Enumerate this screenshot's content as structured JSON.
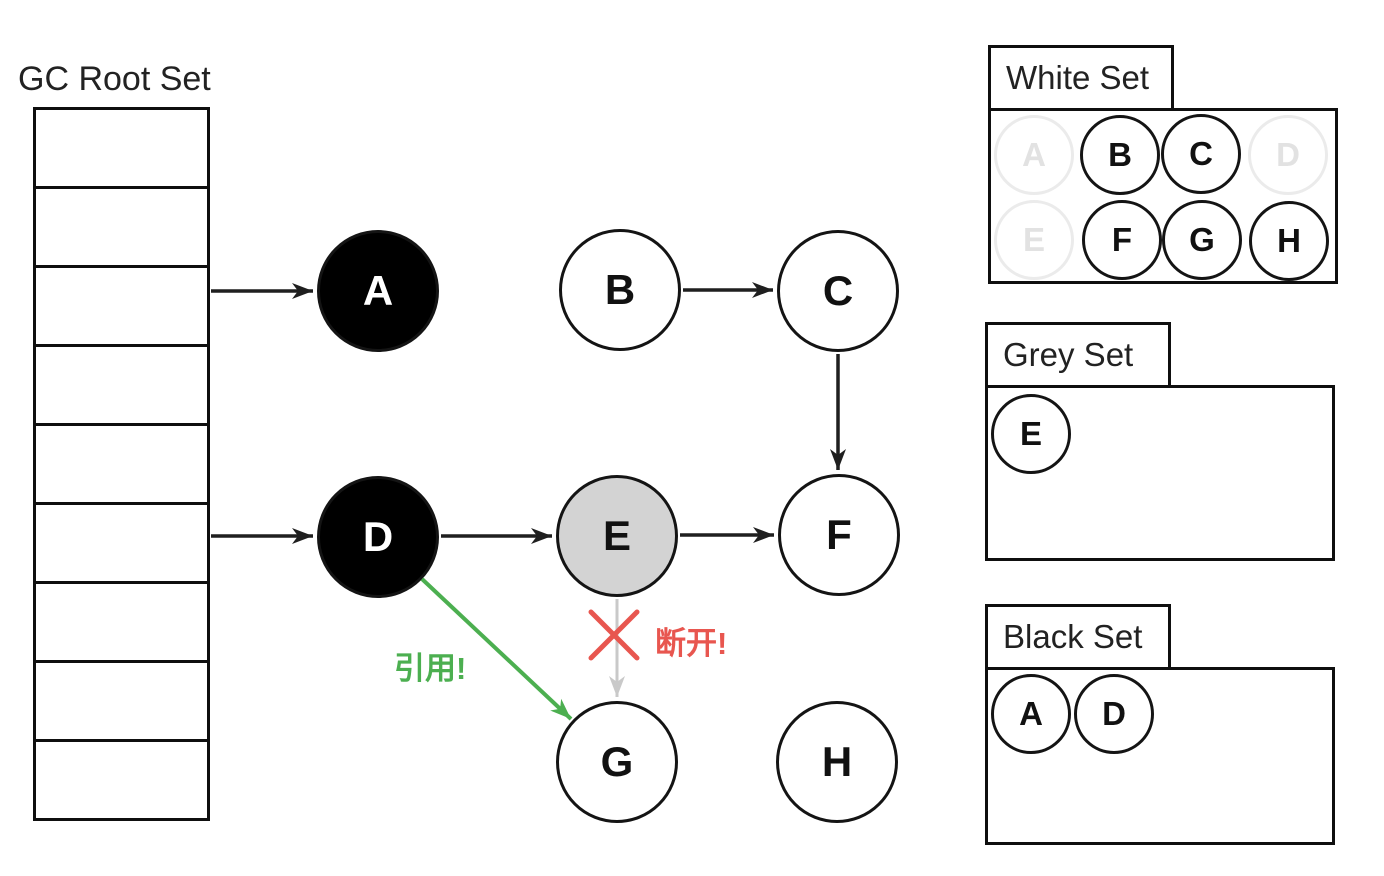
{
  "root_set": {
    "label": "GC Root Set",
    "cell_count": 9
  },
  "nodes": [
    {
      "id": "A",
      "label": "A",
      "state": "black"
    },
    {
      "id": "B",
      "label": "B",
      "state": "white"
    },
    {
      "id": "C",
      "label": "C",
      "state": "white"
    },
    {
      "id": "D",
      "label": "D",
      "state": "black"
    },
    {
      "id": "E",
      "label": "E",
      "state": "grey"
    },
    {
      "id": "F",
      "label": "F",
      "state": "white"
    },
    {
      "id": "G",
      "label": "G",
      "state": "white"
    },
    {
      "id": "H",
      "label": "H",
      "state": "white"
    }
  ],
  "edges": [
    {
      "id": "root-A",
      "from": "root",
      "to": "A",
      "style": "black"
    },
    {
      "id": "root-D",
      "from": "root",
      "to": "D",
      "style": "black"
    },
    {
      "id": "B-C",
      "from": "B",
      "to": "C",
      "style": "black"
    },
    {
      "id": "C-F",
      "from": "C",
      "to": "F",
      "style": "black"
    },
    {
      "id": "D-E",
      "from": "D",
      "to": "E",
      "style": "black"
    },
    {
      "id": "E-F",
      "from": "E",
      "to": "F",
      "style": "black"
    },
    {
      "id": "D-G",
      "from": "D",
      "to": "G",
      "style": "green"
    },
    {
      "id": "E-G",
      "from": "E",
      "to": "G",
      "style": "grey"
    }
  ],
  "annotations": {
    "reference": {
      "text": "引用!"
    },
    "disconnect": {
      "text": "断开!"
    }
  },
  "panels": [
    {
      "id": "white-set",
      "title": "White Set",
      "members": [
        {
          "label": "A",
          "faded": true
        },
        {
          "label": "B",
          "faded": false
        },
        {
          "label": "C",
          "faded": false
        },
        {
          "label": "D",
          "faded": true
        },
        {
          "label": "E",
          "faded": true
        },
        {
          "label": "F",
          "faded": false
        },
        {
          "label": "G",
          "faded": false
        },
        {
          "label": "H",
          "faded": false
        }
      ]
    },
    {
      "id": "grey-set",
      "title": "Grey Set",
      "members": [
        {
          "label": "E",
          "faded": false
        }
      ]
    },
    {
      "id": "black-set",
      "title": "Black Set",
      "members": [
        {
          "label": "A",
          "faded": false
        },
        {
          "label": "D",
          "faded": false
        }
      ]
    }
  ],
  "colors": {
    "node_black": "#000000",
    "node_grey": "#d3d3d3",
    "node_white": "#ffffff",
    "stroke": "#1a1a1a",
    "edge_black": "#1f1f1f",
    "green": "#4caf50",
    "red": "#e8564f",
    "grey_arrow": "#c9c9c9",
    "faded": "#ebebeb"
  }
}
